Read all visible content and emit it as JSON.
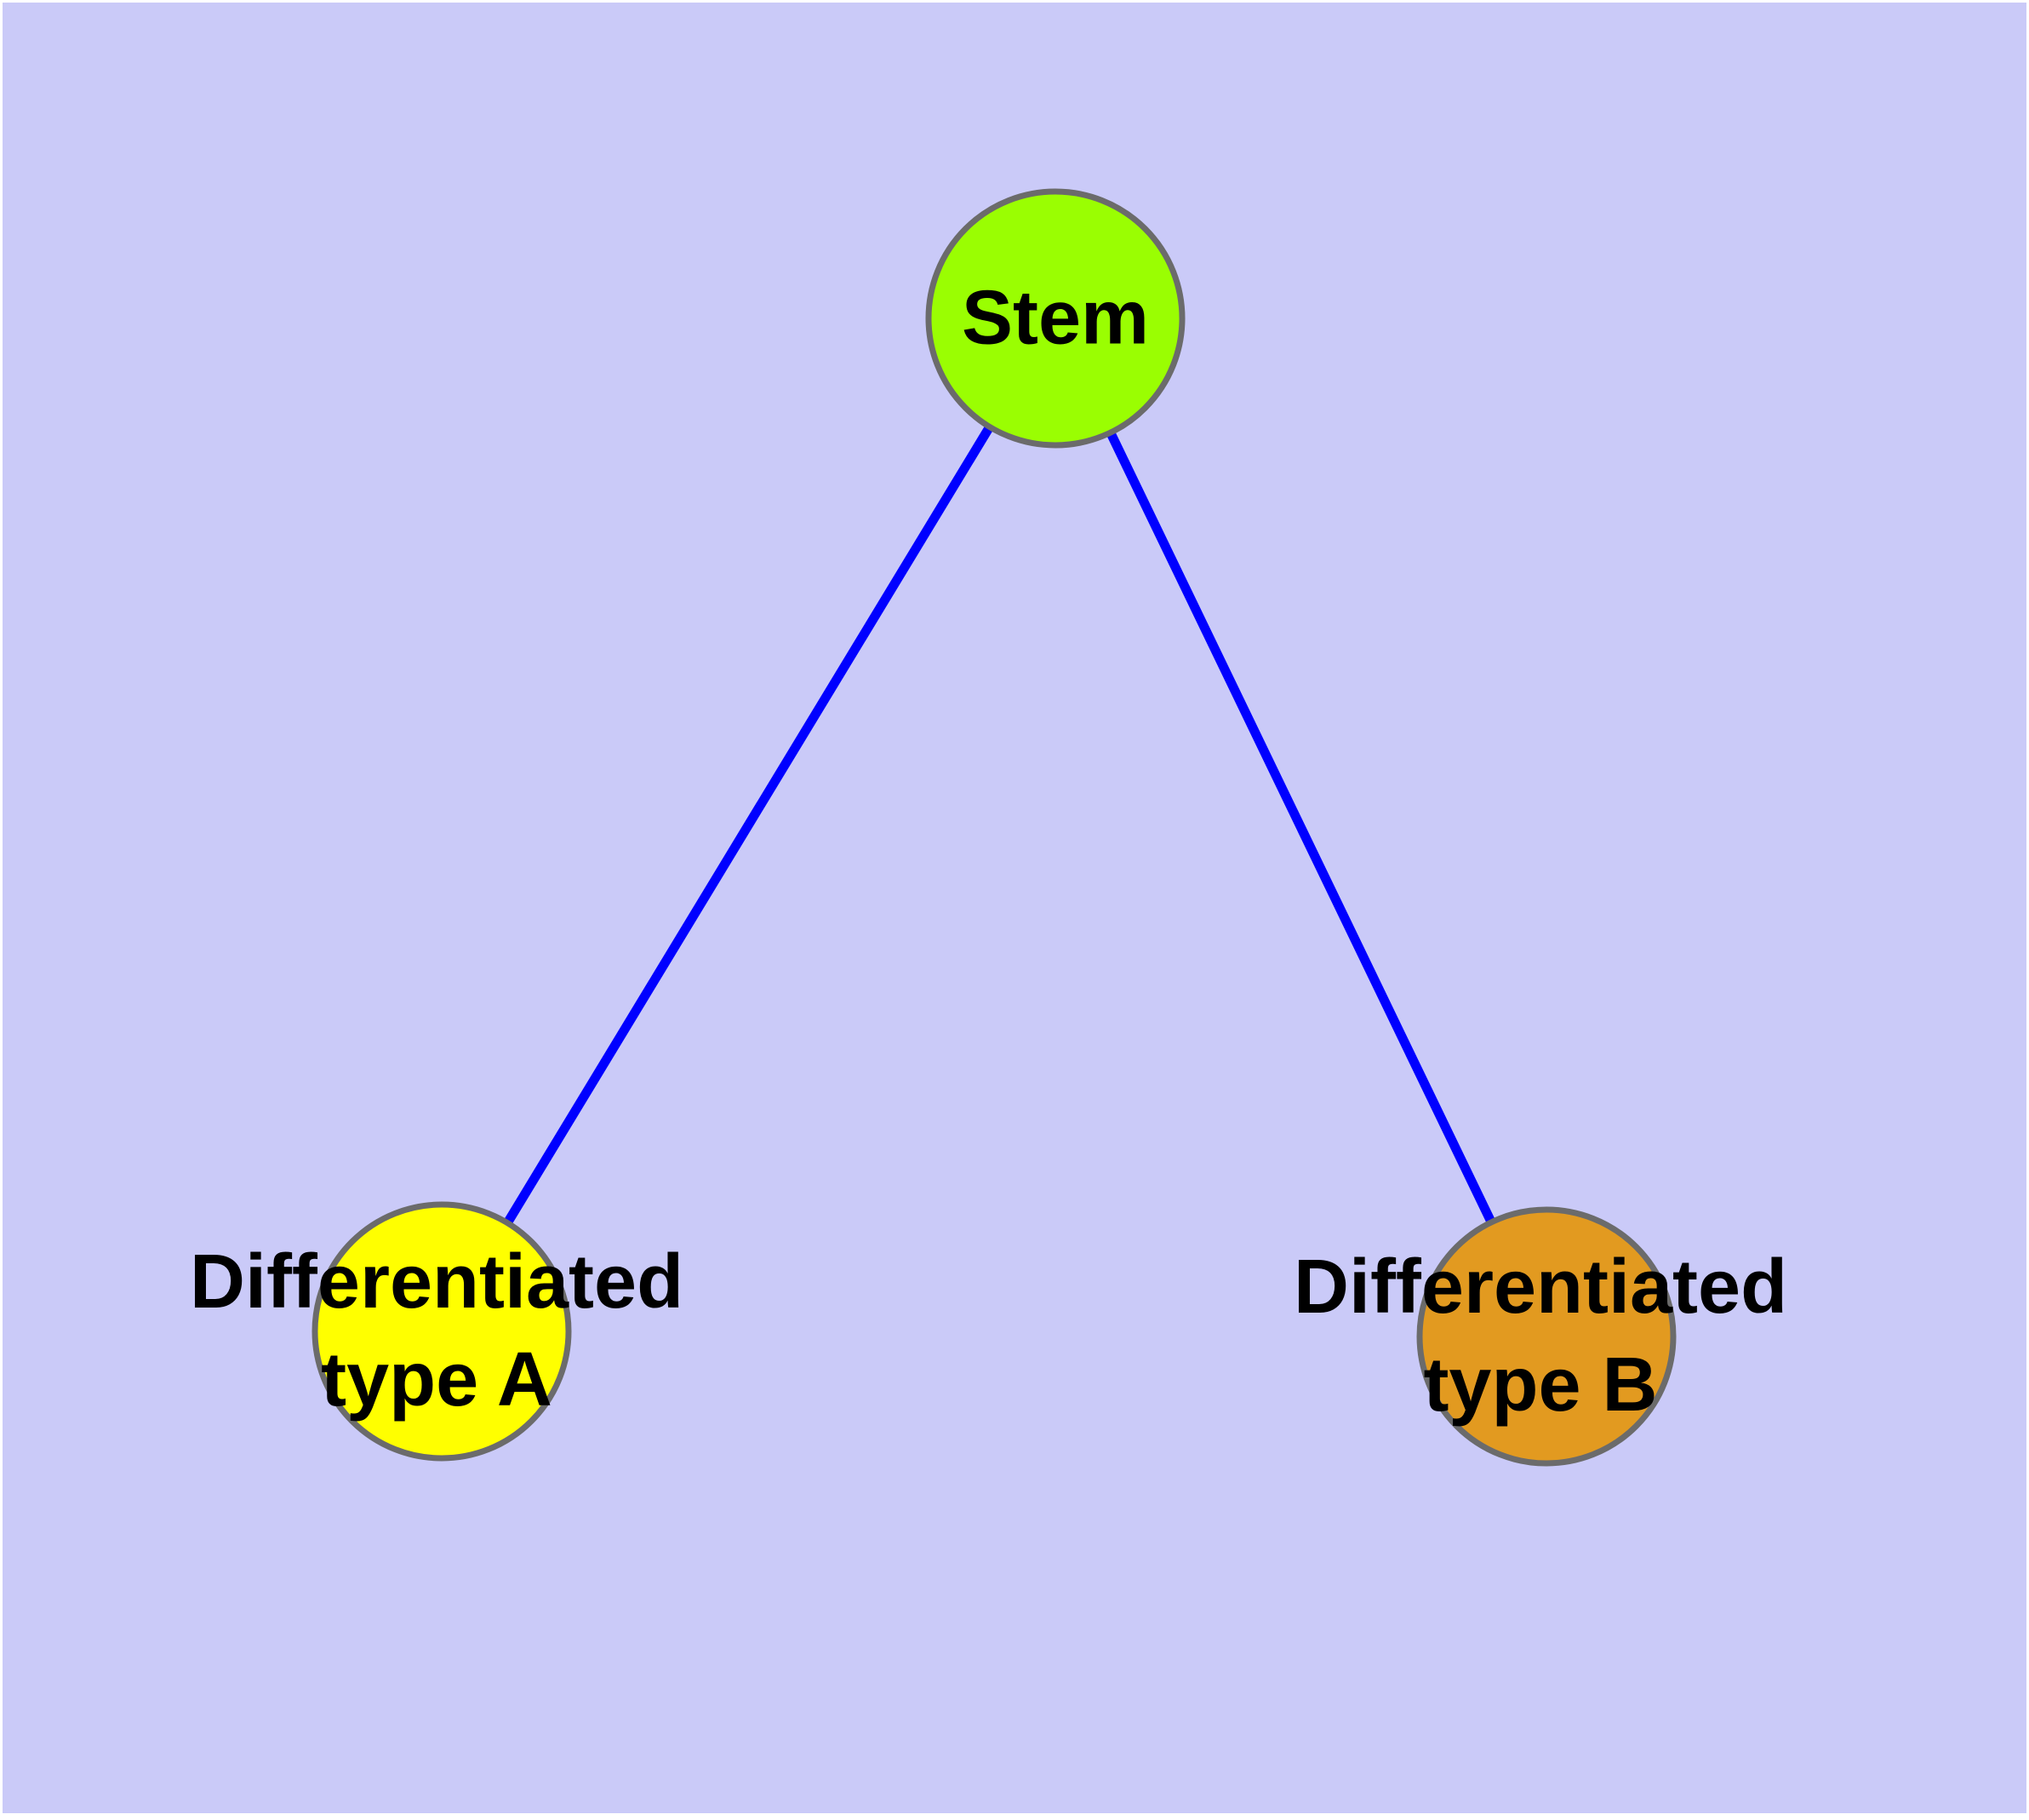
{
  "diagram": {
    "type": "graph",
    "background": "#CACAF8",
    "frame_background": "#FFFFFF",
    "label_color": "#000000",
    "nodes": [
      {
        "id": "stem",
        "label": "Stem",
        "shape": "circle",
        "fill": "#9AFE02",
        "stroke": "#6B6B6B"
      },
      {
        "id": "differentiated-type-a",
        "label_line1": "Differentiated",
        "label_line2": "type A",
        "shape": "circle",
        "fill": "#FFFF00",
        "stroke": "#6B6B6B"
      },
      {
        "id": "differentiated-type-b",
        "label_line1": "Differentiated",
        "label_line2": "type B",
        "shape": "circle",
        "fill": "#E29A20",
        "stroke": "#6B6B6B"
      }
    ],
    "edges": [
      {
        "from": "stem",
        "to": "differentiated-type-a",
        "color": "#0000FF"
      },
      {
        "from": "stem",
        "to": "differentiated-type-b",
        "color": "#0000FF"
      }
    ]
  }
}
